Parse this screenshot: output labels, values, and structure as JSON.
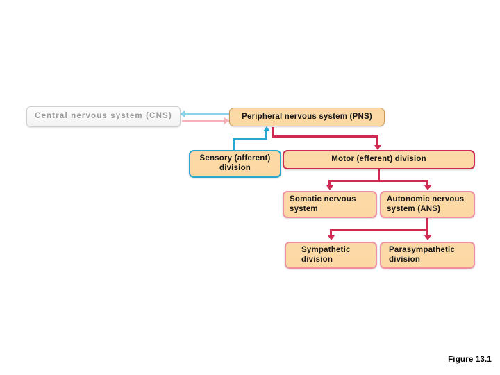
{
  "figure": {
    "caption": "Figure 13.1"
  },
  "diagram": {
    "type": "hierarchy-flowchart",
    "nodes": {
      "cns": {
        "label": "Central nervous system (CNS)",
        "fill": "#f4f4f4",
        "border": "#cfcfcf",
        "text_color": "#9a9a9a"
      },
      "pns": {
        "label": "Peripheral nervous system (PNS)",
        "fill": "#fbd9a6",
        "border": "#c79a5c",
        "text_color": "#161616"
      },
      "sensory": {
        "label": "Sensory (afferent) division",
        "fill": "#fbd9a6",
        "border": "#2ba6cf",
        "text_color": "#161616"
      },
      "motor": {
        "label": "Motor (efferent) division",
        "fill": "#fbd9a6",
        "border": "#cf2a52",
        "text_color": "#161616"
      },
      "somatic": {
        "label": "Somatic nervous system",
        "fill": "#fbd9a6",
        "border": "#ee8fa4",
        "text_color": "#161616"
      },
      "autonomic": {
        "label": "Autonomic nervous system (ANS)",
        "fill": "#fbd9a6",
        "border": "#ee8fa4",
        "text_color": "#161616"
      },
      "sympathetic": {
        "label": "Sympathetic division",
        "fill": "#fbd9a6",
        "border": "#ee8fa4",
        "text_color": "#161616"
      },
      "parasympathetic": {
        "label": "Parasympathetic division",
        "fill": "#fbd9a6",
        "border": "#ee8fa4",
        "text_color": "#161616"
      }
    },
    "connectors": [
      {
        "name": "pns-to-cns-sensory-flow",
        "from": "pns",
        "to": "cns",
        "direction": "left",
        "color": "#8fd3ea"
      },
      {
        "name": "cns-to-pns-motor-flow",
        "from": "cns",
        "to": "pns",
        "direction": "right",
        "color": "#f3b3b8"
      },
      {
        "name": "sensory-to-pns",
        "from": "sensory",
        "to": "pns",
        "direction": "up",
        "color": "#2ba6cf"
      },
      {
        "name": "pns-to-motor",
        "from": "pns",
        "to": "motor",
        "direction": "down",
        "color": "#cf2a52"
      },
      {
        "name": "motor-to-somatic",
        "from": "motor",
        "to": "somatic",
        "direction": "down",
        "color": "#cf2a52"
      },
      {
        "name": "motor-to-autonomic",
        "from": "motor",
        "to": "autonomic",
        "direction": "down",
        "color": "#cf2a52"
      },
      {
        "name": "autonomic-to-sympathetic",
        "from": "autonomic",
        "to": "sympathetic",
        "direction": "down",
        "color": "#cf2a52"
      },
      {
        "name": "autonomic-to-parasympathetic",
        "from": "autonomic",
        "to": "parasympathetic",
        "direction": "down",
        "color": "#cf2a52"
      }
    ]
  }
}
